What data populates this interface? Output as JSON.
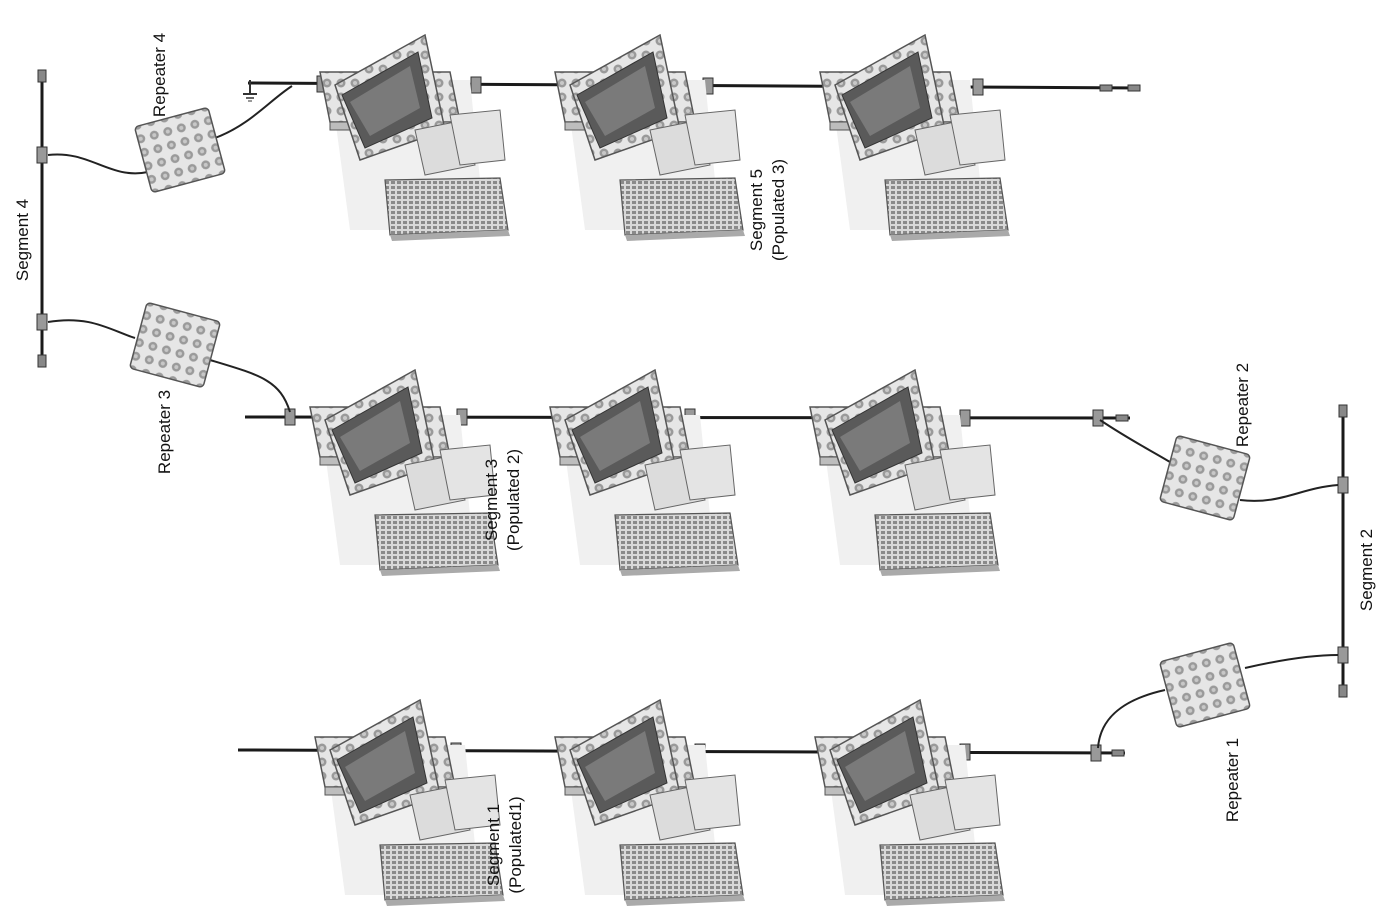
{
  "diagram": {
    "segments": [
      {
        "id": "segment-1",
        "line1": "Segment 1",
        "line2": "(Populated1)"
      },
      {
        "id": "segment-2",
        "line1": "Segment 2",
        "line2": ""
      },
      {
        "id": "segment-3",
        "line1": "Segment 3",
        "line2": "(Populated 2)"
      },
      {
        "id": "segment-4",
        "line1": "Segment 4",
        "line2": ""
      },
      {
        "id": "segment-5",
        "line1": "Segment 5",
        "line2": "(Populated 3)"
      }
    ],
    "repeaters": [
      {
        "id": "repeater-1",
        "label": "Repeater 1"
      },
      {
        "id": "repeater-2",
        "label": "Repeater 2"
      },
      {
        "id": "repeater-3",
        "label": "Repeater 3"
      },
      {
        "id": "repeater-4",
        "label": "Repeater 4"
      }
    ],
    "colors": {
      "cable": "#1a1a1a",
      "device_light": "#e6e6e6",
      "device_dark": "#8f8f8f",
      "screen": "#5a5a5a"
    }
  }
}
